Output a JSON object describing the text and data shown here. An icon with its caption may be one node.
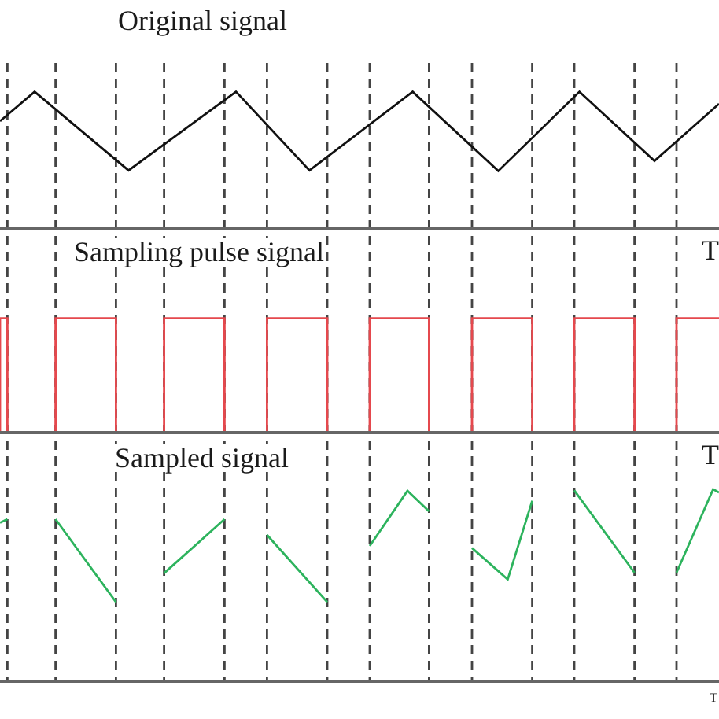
{
  "diagram": {
    "labels": [
      "Original signal",
      "Sampling pulse signal",
      "Sampled signal",
      "T",
      "T",
      "T"
    ]
  }
}
